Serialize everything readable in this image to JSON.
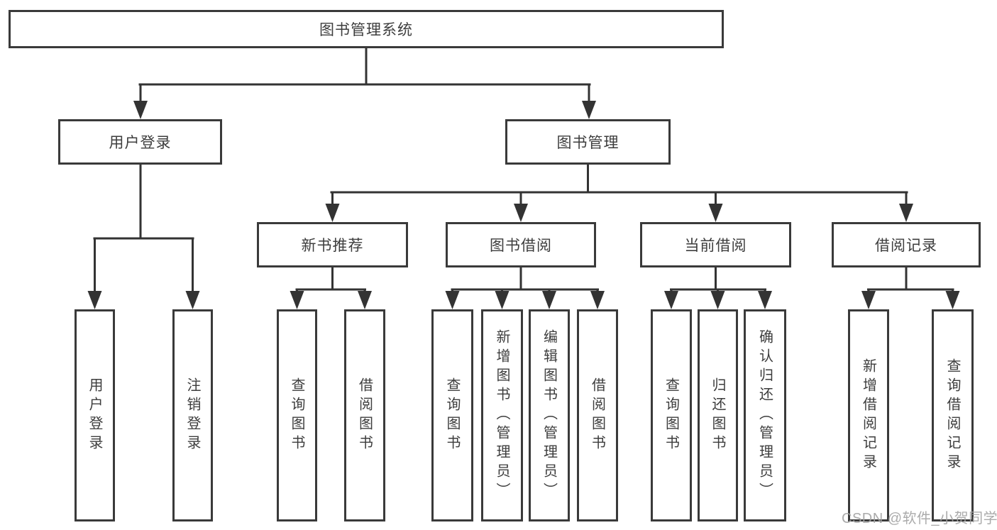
{
  "diagram": {
    "root": {
      "label": "图书管理系统"
    },
    "modules": [
      {
        "label": "用户登录",
        "children": [
          {
            "label": "用户登录"
          },
          {
            "label": "注销登录"
          }
        ]
      },
      {
        "label": "图书管理",
        "children": [
          {
            "label": "新书推荐",
            "children": [
              {
                "label": "查询图书"
              },
              {
                "label": "借阅图书"
              }
            ]
          },
          {
            "label": "图书借阅",
            "children": [
              {
                "label": "查询图书"
              },
              {
                "label": "新增图书（管理员）"
              },
              {
                "label": "编辑图书（管理员）"
              },
              {
                "label": "借阅图书"
              }
            ]
          },
          {
            "label": "当前借阅",
            "children": [
              {
                "label": "查询图书"
              },
              {
                "label": "归还图书"
              },
              {
                "label": "确认归还（管理员）"
              }
            ]
          },
          {
            "label": "借阅记录",
            "children": [
              {
                "label": "新增借阅记录"
              },
              {
                "label": "查询借阅记录"
              }
            ]
          }
        ]
      }
    ]
  },
  "watermark": {
    "text": "CSDN @软件_小贺同学"
  },
  "colors": {
    "line": "#333333",
    "border": "#3a3a3a",
    "text": "#3d3d3d",
    "watermark": "#a3a3a3",
    "background": "#ffffff"
  }
}
